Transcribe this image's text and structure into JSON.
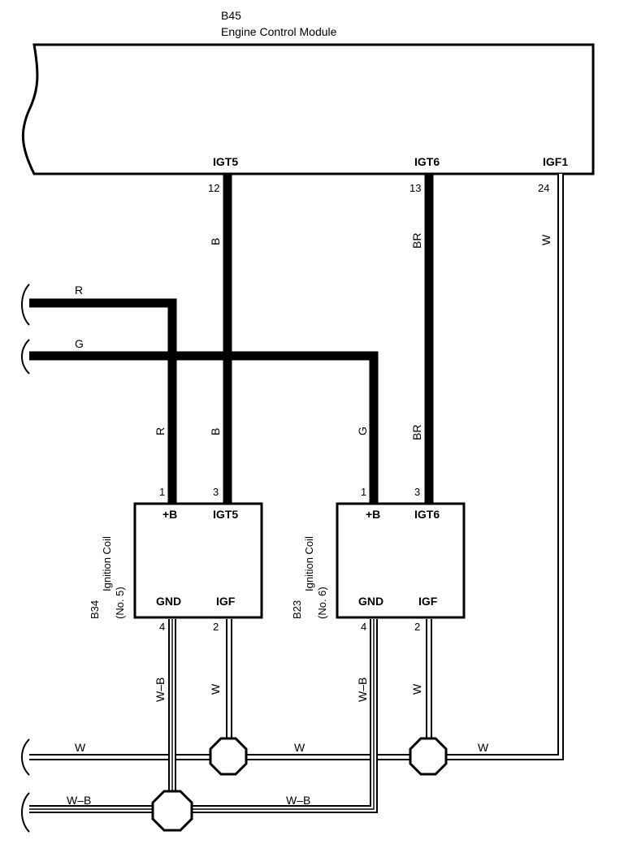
{
  "ecm": {
    "code": "B45",
    "name": "Engine Control Module",
    "pins": [
      {
        "label": "IGT5",
        "number": "12"
      },
      {
        "label": "IGT6",
        "number": "13"
      },
      {
        "label": "IGF1",
        "number": "24"
      }
    ]
  },
  "coils": [
    {
      "code": "B34",
      "name": "Ignition Coil",
      "sub": "(No. 5)",
      "pins": [
        {
          "label": "+B",
          "number": "1"
        },
        {
          "label": "IGT5",
          "number": "3"
        },
        {
          "label": "GND",
          "number": "4"
        },
        {
          "label": "IGF",
          "number": "2"
        }
      ]
    },
    {
      "code": "B23",
      "name": "Ignition Coil",
      "sub": "(No. 6)",
      "pins": [
        {
          "label": "+B",
          "number": "1"
        },
        {
          "label": "IGT6",
          "number": "3"
        },
        {
          "label": "GND",
          "number": "4"
        },
        {
          "label": "IGF",
          "number": "2"
        }
      ]
    }
  ],
  "wire_colors": {
    "igt5_top": "B",
    "igt6_top": "BR",
    "igf1": "W",
    "r_left": "R",
    "g_left": "G",
    "coil5_plusb": "R",
    "coil5_igt5": "B",
    "coil6_plusb": "G",
    "coil6_igt6": "BR",
    "coil5_gnd": "W–B",
    "coil5_igf": "W",
    "coil6_gnd": "W–B",
    "coil6_igf": "W",
    "w_bus_left": "W",
    "w_bus_mid": "W",
    "w_bus_right": "W",
    "wb_bus_left": "W–B",
    "wb_bus_mid": "W–B"
  }
}
